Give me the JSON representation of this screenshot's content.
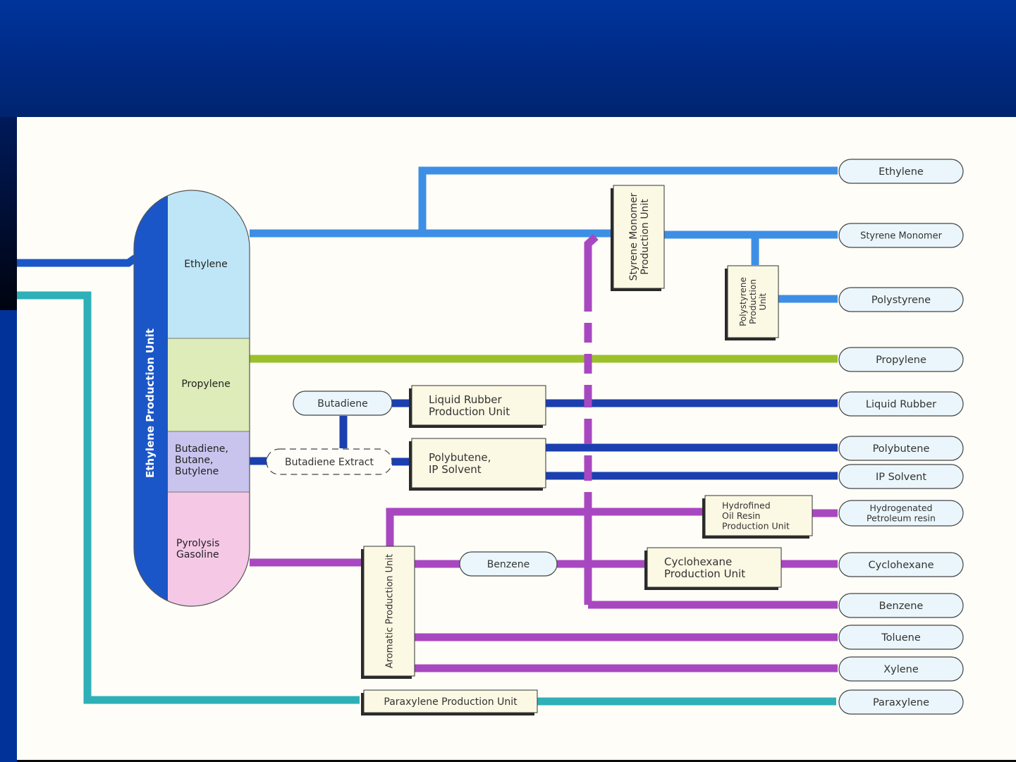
{
  "slide": {
    "title": ""
  },
  "colors": {
    "ethylene_blue": "#3d8fe6",
    "feed_blue": "#1a56c8",
    "propylene_green": "#9bc12a",
    "butadiene_navy": "#1c3fb0",
    "aromatic_purple": "#a848c0",
    "paraxylene_teal": "#2fb0b8",
    "pill_fill": "#eaf6fb",
    "box_fill": "#fbf8e4",
    "tower_ethylene": "#bfe6f6",
    "tower_propylene": "#ddecb8",
    "tower_butadiene": "#c8c4ee",
    "tower_pyrolysis": "#f5c8e6",
    "tower_spine": "#1a56c8"
  },
  "tower": {
    "title": "Ethylene Production Unit",
    "sections": [
      {
        "label": "Ethylene"
      },
      {
        "label": "Propylene"
      },
      {
        "label_lines": [
          "Butadiene,",
          "Butane,",
          "Butylene"
        ]
      },
      {
        "label_lines": [
          "Pyrolysis",
          "Gasoline"
        ]
      }
    ]
  },
  "units": {
    "styrene": {
      "lines": [
        "Styrene Monomer",
        "Production Unit"
      ]
    },
    "polystyrene": {
      "lines": [
        "Polystyrene",
        "Production",
        "Unit"
      ]
    },
    "liquid_rubber": {
      "lines": [
        "Liquid Rubber",
        "Production Unit"
      ]
    },
    "polybutene": {
      "lines": [
        "Polybutene,",
        "IP Solvent"
      ]
    },
    "hydrofined": {
      "lines": [
        "Hydrofined",
        "Oil Resin",
        "Production Unit"
      ]
    },
    "cyclohexane": {
      "lines": [
        "Cyclohexane",
        "Production Unit"
      ]
    },
    "aromatic": {
      "lines": [
        "Aromatic Production Unit"
      ]
    },
    "paraxylene": {
      "lines": [
        "Paraxylene Production Unit"
      ]
    }
  },
  "intermediates": {
    "butadiene": "Butadiene",
    "butadiene_extract": "Butadiene Extract",
    "benzene": "Benzene"
  },
  "products": [
    {
      "lines": [
        "Ethylene"
      ]
    },
    {
      "lines": [
        "Styrene Monomer"
      ]
    },
    {
      "lines": [
        "Polystyrene"
      ]
    },
    {
      "lines": [
        "Propylene"
      ]
    },
    {
      "lines": [
        "Liquid Rubber"
      ]
    },
    {
      "lines": [
        "Polybutene"
      ]
    },
    {
      "lines": [
        "IP Solvent"
      ]
    },
    {
      "lines": [
        "Hydrogenated",
        "Petroleum resin"
      ]
    },
    {
      "lines": [
        "Cyclohexane"
      ]
    },
    {
      "lines": [
        "Benzene"
      ]
    },
    {
      "lines": [
        "Toluene"
      ]
    },
    {
      "lines": [
        "Xylene"
      ]
    },
    {
      "lines": [
        "Paraxylene"
      ]
    }
  ]
}
